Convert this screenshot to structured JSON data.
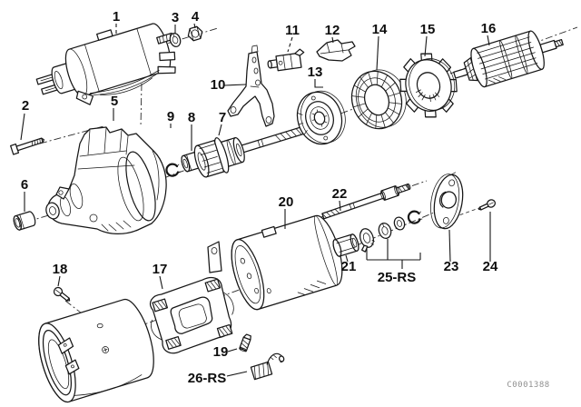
{
  "page": {
    "background_color": "#ffffff",
    "line_color": "#161616",
    "label_color": "#0e0e0e",
    "code_color": "#8f8f8f"
  },
  "diagram": {
    "drawing_code": "C0001388",
    "callouts": [
      {
        "text": "1"
      },
      {
        "text": "2"
      },
      {
        "text": "3"
      },
      {
        "text": "4"
      },
      {
        "text": "5"
      },
      {
        "text": "6"
      },
      {
        "text": "7"
      },
      {
        "text": "8"
      },
      {
        "text": "9"
      },
      {
        "text": "10"
      },
      {
        "text": "11"
      },
      {
        "text": "12"
      },
      {
        "text": "13"
      },
      {
        "text": "14"
      },
      {
        "text": "15"
      },
      {
        "text": "16"
      },
      {
        "text": "17"
      },
      {
        "text": "18"
      },
      {
        "text": "19"
      },
      {
        "text": "20"
      },
      {
        "text": "21"
      },
      {
        "text": "22"
      },
      {
        "text": "23"
      },
      {
        "text": "24"
      },
      {
        "text": "25-RS"
      },
      {
        "text": "26-RS"
      }
    ]
  }
}
